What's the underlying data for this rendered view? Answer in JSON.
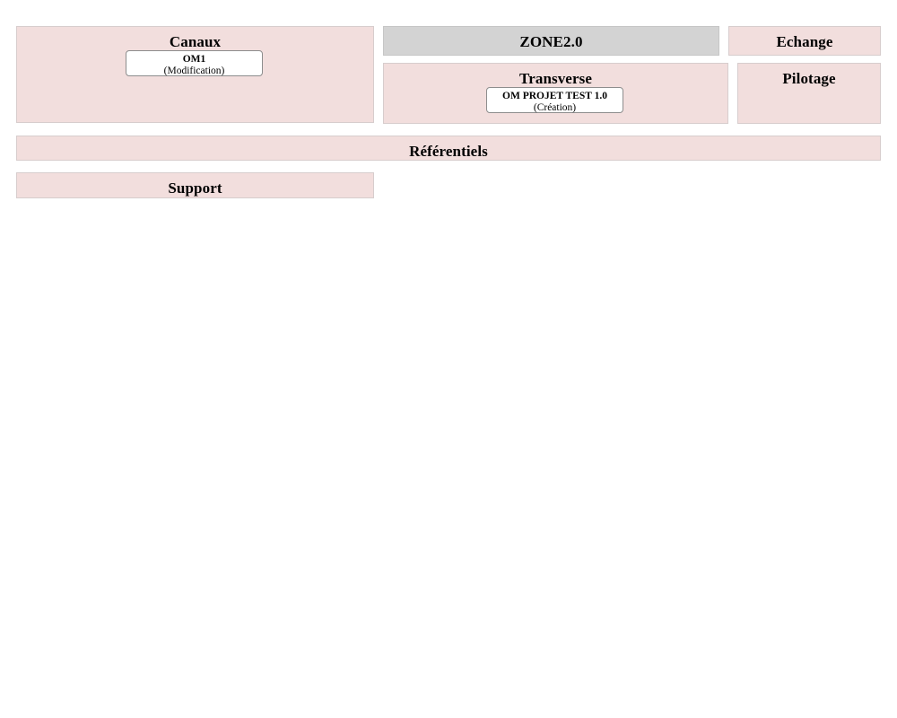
{
  "diagram": {
    "background_color": "#ffffff",
    "panel_color": "#f2dedd",
    "panel_border_color": "#d7cdcd",
    "highlight_color": "#d3d3d3",
    "card_color": "#ffffff",
    "card_border_color": "#8d8d8d",
    "zones": [
      {
        "id": "canaux",
        "title": "Canaux",
        "highlighted": false,
        "cards": [
          {
            "name": "OM1",
            "state": "(Modification)"
          }
        ]
      },
      {
        "id": "zone20",
        "title": "ZONE2.0",
        "highlighted": true,
        "cards": []
      },
      {
        "id": "echange",
        "title": "Echange",
        "highlighted": false,
        "cards": []
      },
      {
        "id": "transverse",
        "title": "Transverse",
        "highlighted": false,
        "cards": [
          {
            "name": "OM PROJET TEST 1.0",
            "state": "(Création)"
          }
        ]
      },
      {
        "id": "pilotage",
        "title": "Pilotage",
        "highlighted": false,
        "cards": []
      },
      {
        "id": "referentiels",
        "title": "Référentiels",
        "highlighted": false,
        "cards": []
      },
      {
        "id": "support",
        "title": "Support",
        "highlighted": false,
        "cards": []
      }
    ]
  }
}
